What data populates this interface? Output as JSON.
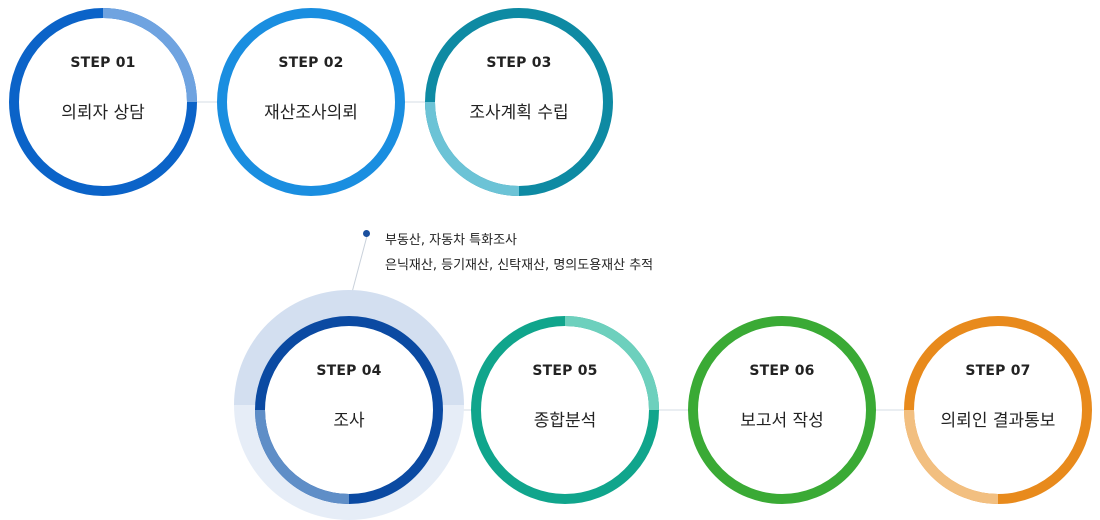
{
  "colors": {
    "step01": "#0b63c8",
    "step01_light": "#6fa3e0",
    "step02": "#1a8ee0",
    "step03": "#0e8aa3",
    "step03_light": "#6cc3d6",
    "step04": "#0b4aa2",
    "step04_light": "#5f8ec7",
    "step04_halo": "#d3dff0",
    "step05": "#10a58c",
    "step05_light": "#6dd0bd",
    "step06": "#3aaa35",
    "step07": "#e88a1c",
    "step07_light": "#f2bf80",
    "connector": "#d6dde6"
  },
  "steps": [
    {
      "label": "STEP 01",
      "title": "의뢰자 상담"
    },
    {
      "label": "STEP 02",
      "title": "재산조사의뢰"
    },
    {
      "label": "STEP 03",
      "title": "조사계획 수립"
    },
    {
      "label": "STEP 04",
      "title": "조사"
    },
    {
      "label": "STEP 05",
      "title": "종합분석"
    },
    {
      "label": "STEP 06",
      "title": "보고서 작성"
    },
    {
      "label": "STEP 07",
      "title": "의뢰인 결과통보"
    }
  ],
  "note": {
    "line1": "부동산, 자동차 특화조사",
    "line2": "은닉재산, 등기재산, 신탁재산, 명의도용재산 추적"
  }
}
